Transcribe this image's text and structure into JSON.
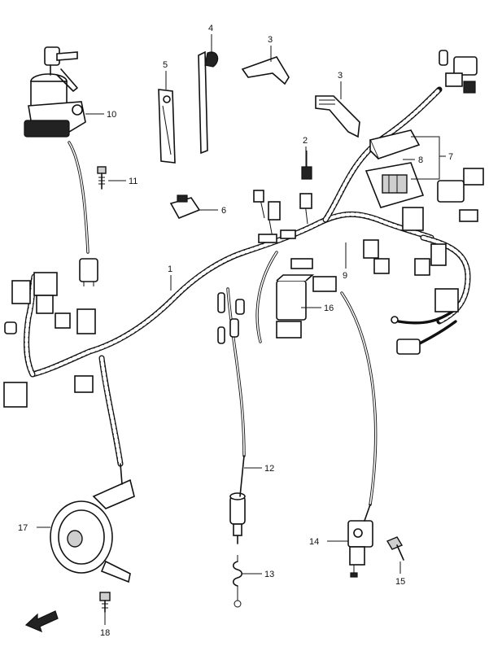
{
  "callouts": {
    "c1": "1",
    "c2": "2",
    "c3a": "3",
    "c3b": "3",
    "c4": "4",
    "c5": "5",
    "c6": "6",
    "c7": "7",
    "c8": "8",
    "c9": "9",
    "c10": "10",
    "c11": "11",
    "c12": "12",
    "c13": "13",
    "c14": "14",
    "c15": "15",
    "c16": "16",
    "c17": "17",
    "c18": "18"
  },
  "parts": {
    "ignition_switch": "ignition-switch",
    "wiring_harness": "wiring-harness",
    "horn": "horn",
    "front_brake_switch": "front-brake-switch",
    "rear_brake_switch": "rear-brake-switch",
    "relay_box": "relay-box",
    "fuse_holder": "fuse-holder"
  },
  "direction_arrow": "front-direction-arrow"
}
